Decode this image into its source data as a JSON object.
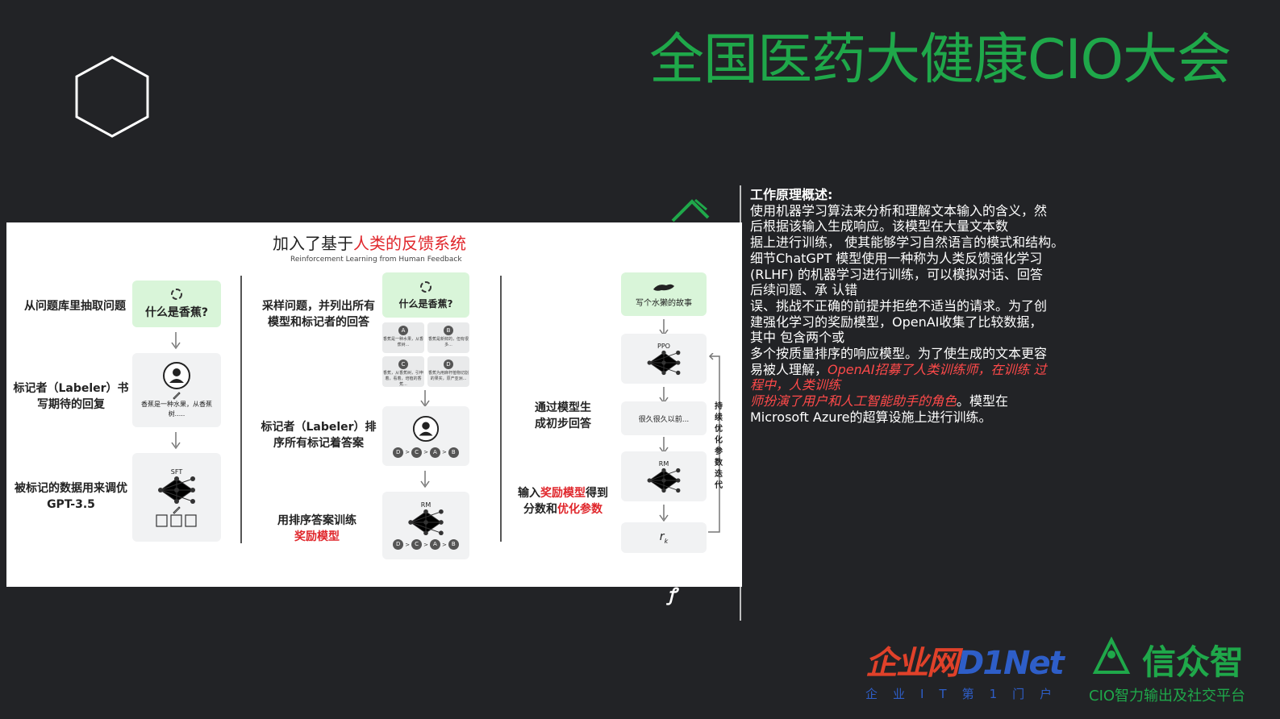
{
  "slide": {
    "title": "全国医药大健康CIO大会"
  },
  "diagram": {
    "title_prefix": "加入了基于",
    "title_highlight": "人类的反馈系统",
    "subtitle": "Reinforcement Learning from Human Feedback",
    "step1": {
      "label_a": "从问题库里抽取问题",
      "question": "什么是香蕉?",
      "label_b_line1": "标记者（Labeler）书",
      "label_b_line2": "写期待的回复",
      "answer_line1": "香蕉是一种水果，从香蕉",
      "answer_line2": "树.....",
      "label_c_line1": "被标记的数据用来调优",
      "label_c_line2": "GPT-3.5",
      "sft": "SFT"
    },
    "step2": {
      "label_a_line1": "采样问题，并列出所有",
      "label_a_line2": "模型和标记者的回答",
      "question": "什么是香蕉?",
      "options": [
        {
          "badge": "A",
          "text": "香蕉是一种水果，从香蕉树..."
        },
        {
          "badge": "B",
          "text": "香蕉是新鲜的，但有很多..."
        },
        {
          "badge": "C",
          "text": "香蕉，从香蕉树，引申着，看着，培植的香蕉..."
        },
        {
          "badge": "D",
          "text": "香蕉为用麻杆植物切割的果实，原产亚洲..."
        }
      ],
      "label_b_line1": "标记者（Labeler）排",
      "label_b_line2": "序所有标记着答案",
      "ranking": [
        "D",
        "C",
        "A",
        "B"
      ],
      "label_c_line1": "用排序答案训练",
      "label_c_line2": "奖励模型",
      "rm": "RM"
    },
    "step3": {
      "prompt": "写个水獭的故事",
      "ppo": "PPO",
      "label_a_line1": "通过模型生",
      "label_a_line2": "成初步回答",
      "output": "很久很久以前...",
      "label_b_prefix": "输入",
      "label_b_highlight": "奖励模型",
      "label_b_suffix": "得到",
      "label_b2_prefix": "分数和",
      "label_b2_highlight": "优化参数",
      "rm": "RM",
      "reward": "r",
      "reward_sub": "k",
      "loop_label": "持续优化参数迭代"
    }
  },
  "description": {
    "heading": "工作原理概述:",
    "lines": [
      "使用机器学习算法来分析和理解文本输入的含义，然",
      "后根据该输入生成响应。该模型在大量文本数",
      "据上进行训练，  使其能够学习自然语言的模式和结构。",
      "细节ChatGPT 模型使用一种称为人类反馈强化学习",
      "(RLHF) 的机器学习进行训练，可以模拟对话、回答",
      "后续问题、承 认错",
      "误、挑战不正确的前提并拒绝不适当的请求。为了创",
      "建强化学习的奖励模型，OpenAI收集了比较数据，",
      "其中 包含两个或",
      "多个按质量排序的响应模型。为了使生成的文本更容"
    ],
    "line11_prefix": "易被人理解，",
    "line11_red": "OpenAI招募了人类训练师，在训练 过",
    "line12_red": "程中，人类训练",
    "line13_red": "师扮演了用户和人工智能助手的角色",
    "line13_suffix": "。模型在",
    "line14": "Microsoft Azure的超算设施上进行训练。"
  },
  "logos": {
    "d1net_cn": "企业网",
    "d1net_en": "D1Net",
    "d1net_tagline": "企业IT第1门户",
    "xzz_name": "信众智",
    "xzz_tagline": "CIO智力输出及社交平台"
  },
  "colors": {
    "background": "#222326",
    "title_green": "#1fa84a",
    "highlight_red": "#e0262b",
    "d1net_red": "#e0412a",
    "d1net_blue": "#2e5ec8"
  }
}
